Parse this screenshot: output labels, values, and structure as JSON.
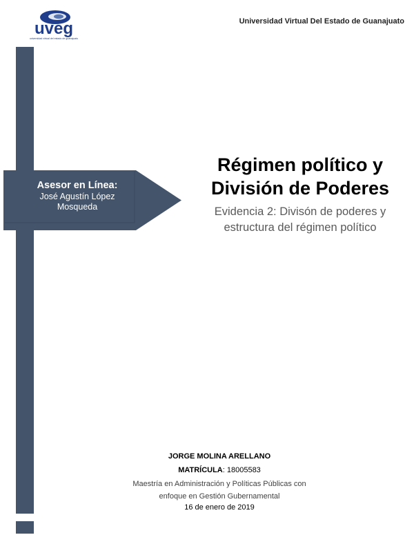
{
  "header": {
    "institution": "Universidad Virtual Del Estado de Guanajuato"
  },
  "logo": {
    "text": "uveg",
    "tagline": "universidad virtual del estado de guanajuato"
  },
  "colors": {
    "accent": "#44546a",
    "logo_blue": "#1f3d8a"
  },
  "advisor": {
    "label": "Asesor en Línea:",
    "name_line1": "José Agustín López",
    "name_line2": "Mosqueda"
  },
  "title": {
    "line1": "Régimen político y",
    "line2": "División de Poderes"
  },
  "subtitle": {
    "line1": "Evidencia 2: Divisón de poderes y",
    "line2": "estructura del régimen político"
  },
  "student": {
    "name": "JORGE MOLINA ARELLANO",
    "id_label": "MATRÍCULA",
    "id_value": ": 18005583",
    "program_line1": "Maestría en Administración y Políticas Públicas con",
    "program_line2": "enfoque en Gestión Gubernamental",
    "date": "16 de enero de 2019"
  }
}
